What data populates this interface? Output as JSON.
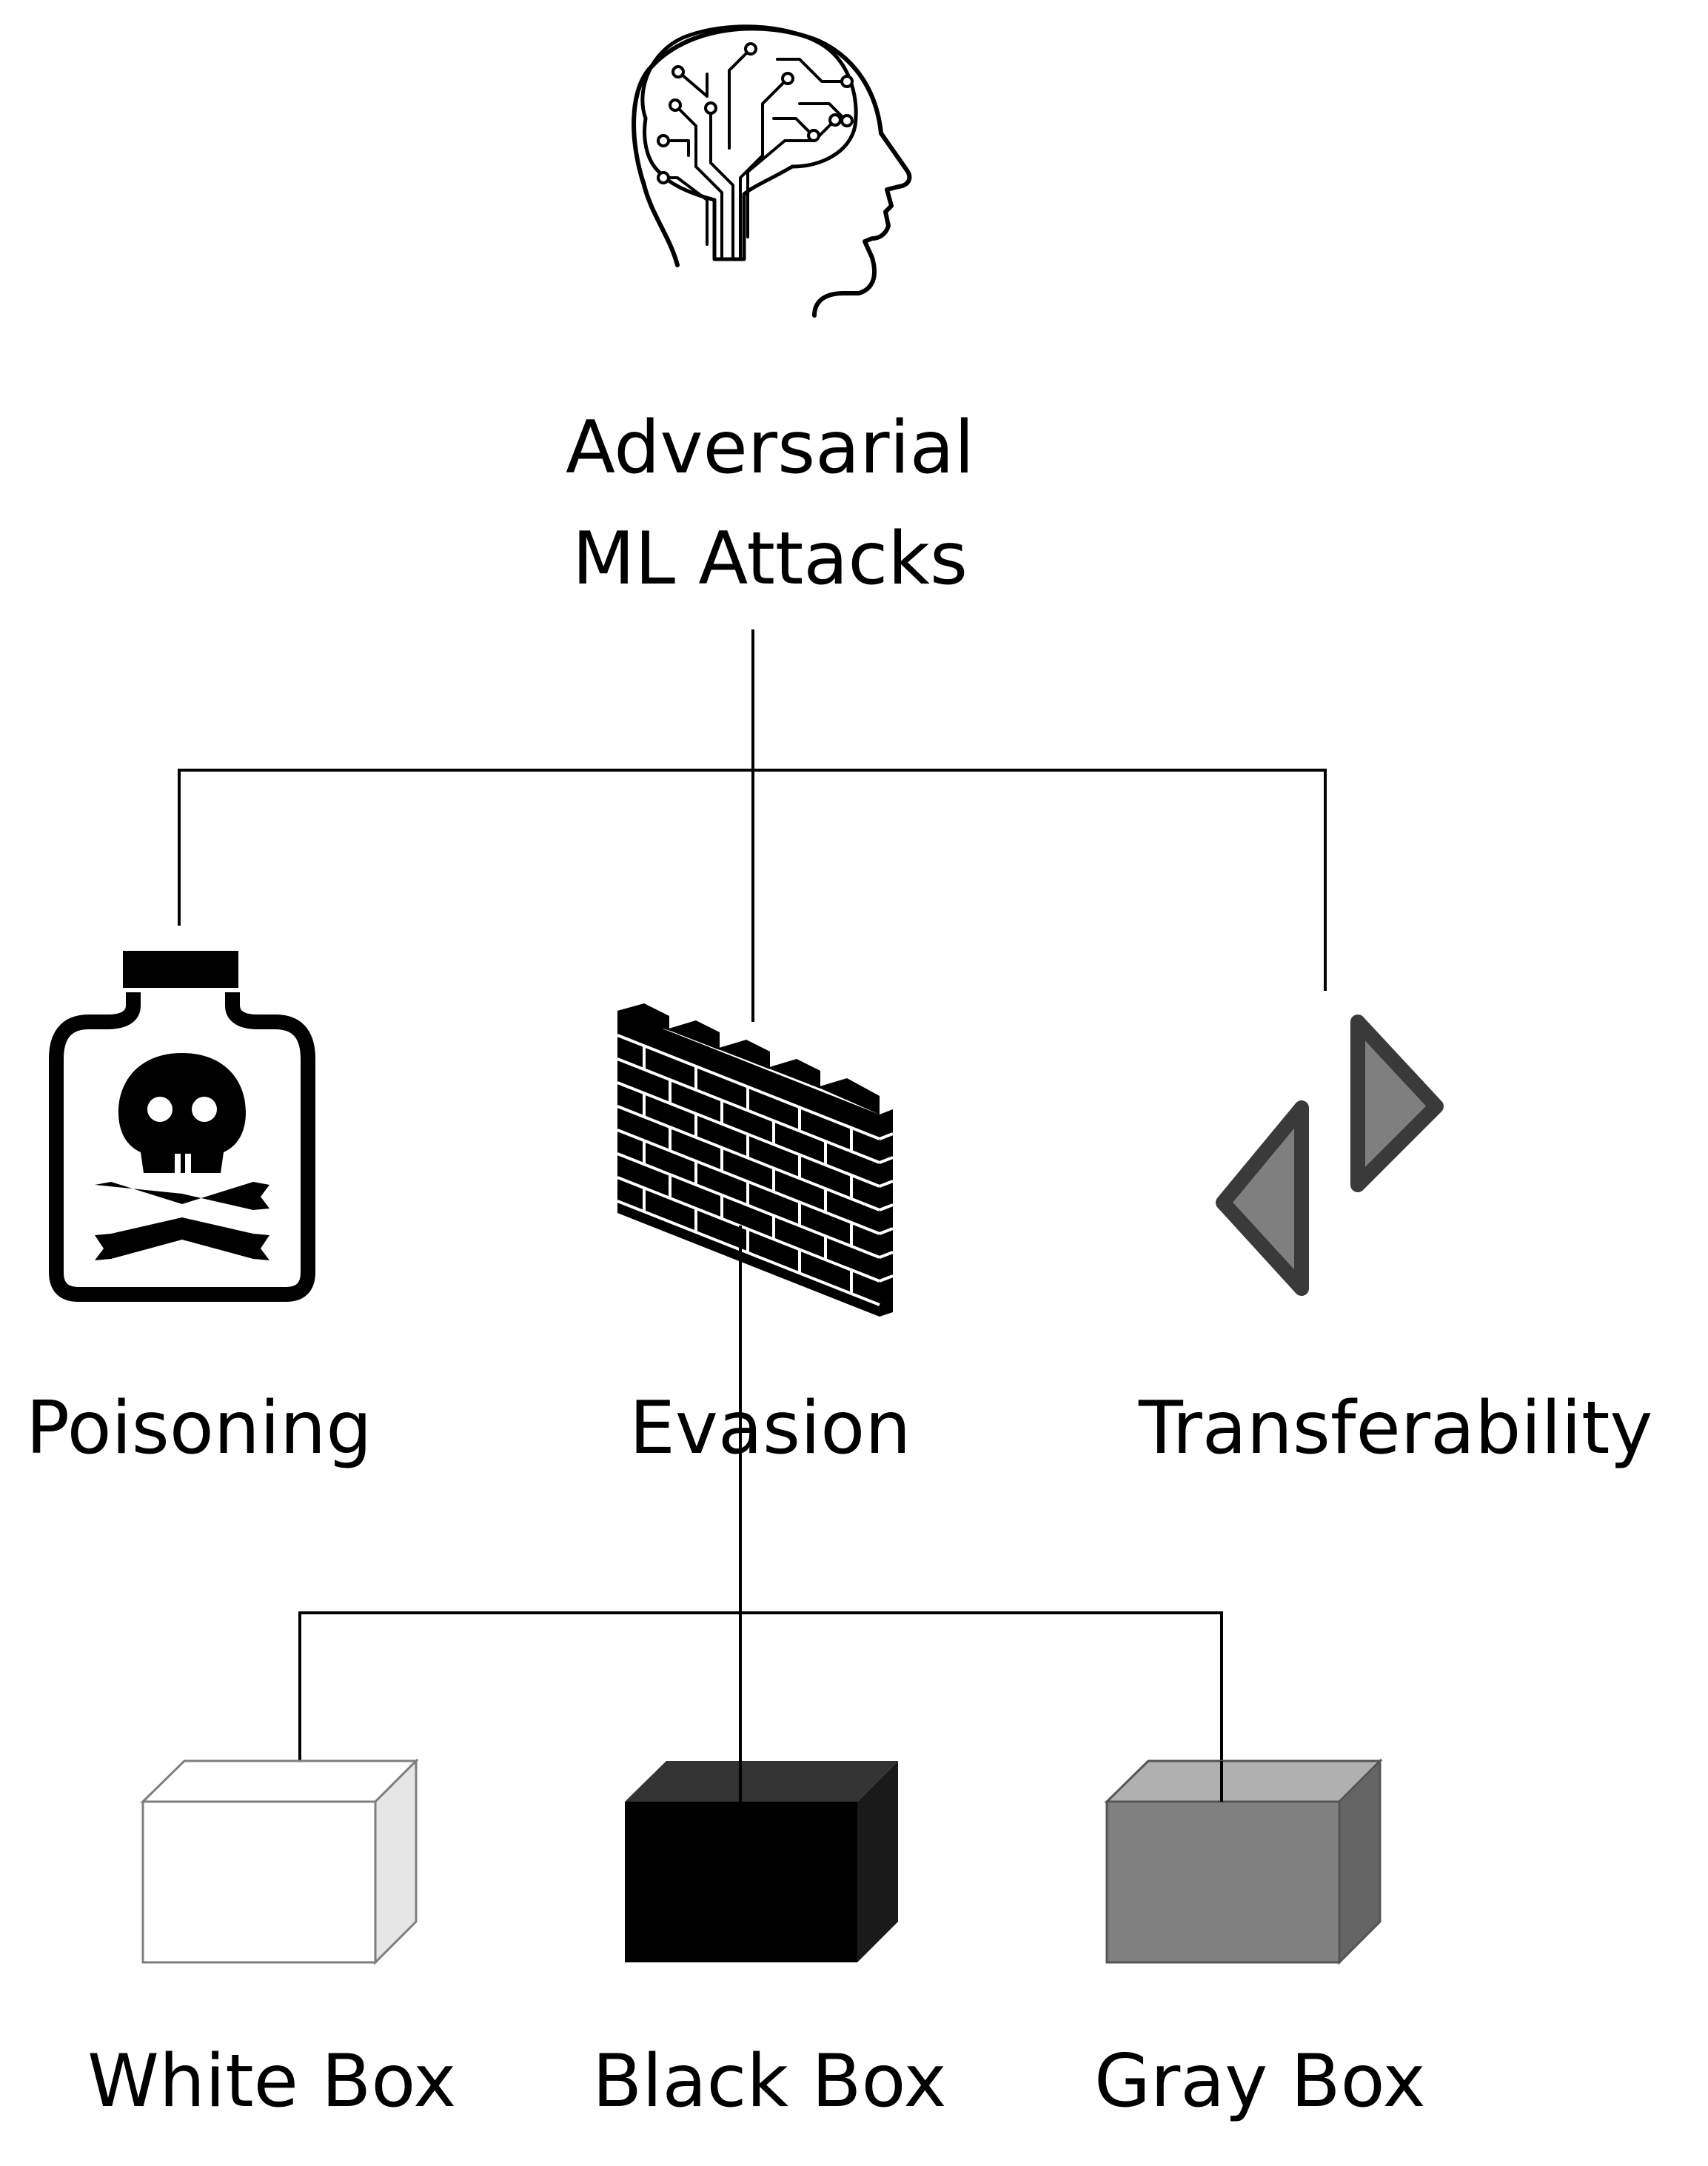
{
  "root": {
    "label_line1": "Adversarial",
    "label_line2": "ML Attacks",
    "icon": "brain-circuit-head-icon"
  },
  "categories": [
    {
      "id": "poisoning",
      "label": "Poisoning",
      "icon": "poison-bottle-icon"
    },
    {
      "id": "evasion",
      "label": "Evasion",
      "icon": "brick-wall-icon"
    },
    {
      "id": "transferability",
      "label": "Transferability",
      "icon": "transfer-triangles-icon"
    }
  ],
  "evasion_types": [
    {
      "id": "white",
      "label": "White Box",
      "icon": "white-box-icon",
      "color": "#ffffff"
    },
    {
      "id": "black",
      "label": "Black Box",
      "icon": "black-box-icon",
      "color": "#000000"
    },
    {
      "id": "gray",
      "label": "Gray Box",
      "icon": "gray-box-icon",
      "color": "#808080"
    }
  ],
  "colors": {
    "line": "#000000",
    "gray_front": "#808080",
    "gray_top": "#b0b0b0",
    "gray_side": "#646464",
    "triangle_fill": "#7f7f7f",
    "triangle_stroke": "#3a3a3a"
  }
}
